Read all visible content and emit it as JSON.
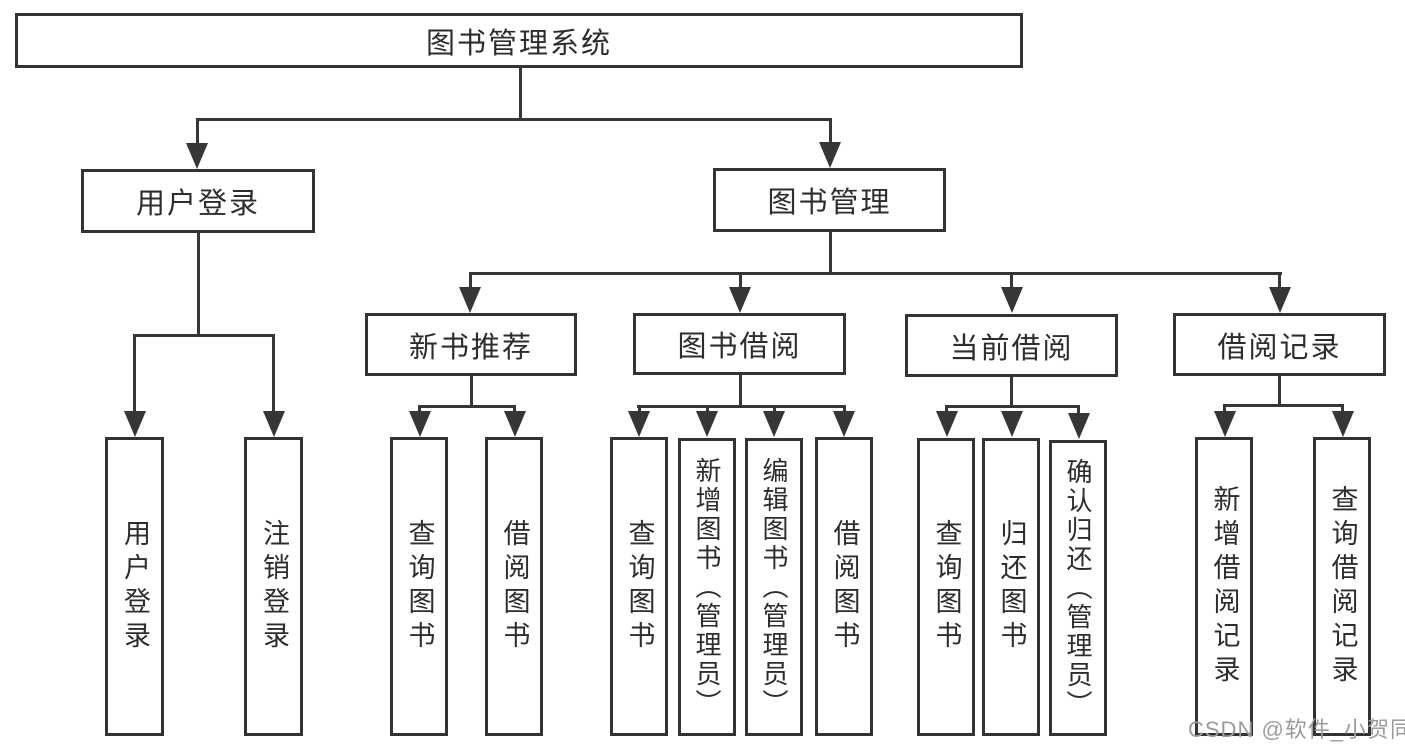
{
  "colors": {
    "background": "#ffffff",
    "line": "#363636",
    "box_border": "#333333",
    "text": "#2d2d2d",
    "watermark": "#9c9c9c"
  },
  "watermark": {
    "text": "CSDN @软件_小贺同学"
  },
  "tree": {
    "label": "图书管理系统",
    "children": [
      {
        "label": "用户登录",
        "children": [
          {
            "label": "用户登录"
          },
          {
            "label": "注销登录"
          }
        ]
      },
      {
        "label": "图书管理",
        "children": [
          {
            "label": "新书推荐",
            "children": [
              {
                "label": "查询图书"
              },
              {
                "label": "借阅图书"
              }
            ]
          },
          {
            "label": "图书借阅",
            "children": [
              {
                "label": "查询图书"
              },
              {
                "label": "新增图书（管理员）"
              },
              {
                "label": "编辑图书（管理员）"
              },
              {
                "label": "借阅图书"
              }
            ]
          },
          {
            "label": "当前借阅",
            "children": [
              {
                "label": "查询图书"
              },
              {
                "label": "归还图书"
              },
              {
                "label": "确认归还（管理员）"
              }
            ]
          },
          {
            "label": "借阅记录",
            "children": [
              {
                "label": "新增借阅记录"
              },
              {
                "label": "查询借阅记录"
              }
            ]
          }
        ]
      }
    ]
  }
}
